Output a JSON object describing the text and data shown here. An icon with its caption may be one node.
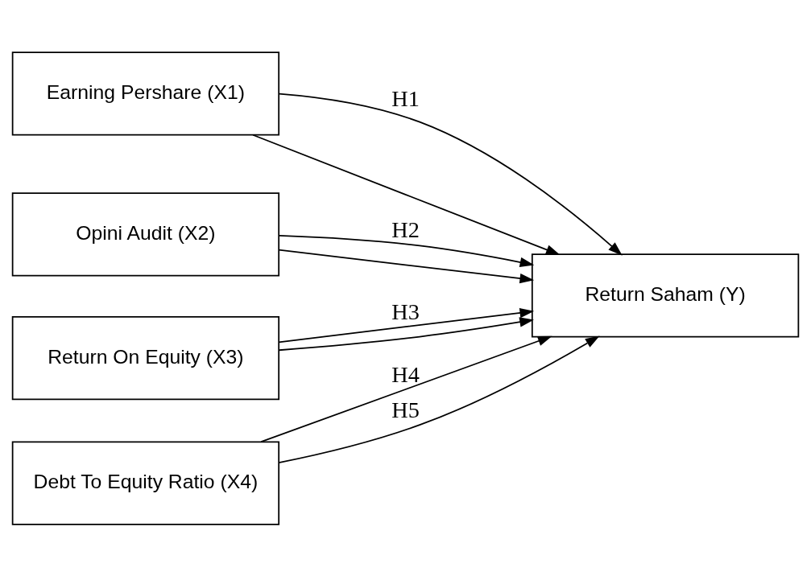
{
  "diagram": {
    "nodes": [
      {
        "text": [
          "Earning Pershare (X1)"
        ]
      },
      {
        "text": [
          "Opini Audit (X2)"
        ]
      },
      {
        "text": [
          "Return On Equity (X3)"
        ]
      },
      {
        "text": [
          "Debt To Equity Ratio (X4)"
        ]
      },
      {
        "text": [
          "Return Saham (Y)"
        ]
      }
    ],
    "edges": [
      {
        "from": 0,
        "to": 4,
        "arrow": "to",
        "label": "H1"
      },
      {
        "from": 1,
        "to": 4,
        "arrow": "to",
        "label": "H2"
      },
      {
        "from": 2,
        "to": 4,
        "arrow": "to",
        "label": "H3"
      },
      {
        "from": 3,
        "to": 4,
        "arrow": "to",
        "label": "H4"
      },
      {
        "from": 0,
        "to": 4,
        "arrow": "to"
      },
      {
        "from": 1,
        "to": 4,
        "arrow": "to"
      },
      {
        "from": 2,
        "to": 4,
        "arrow": "to"
      },
      {
        "from": 3,
        "to": 4,
        "arrow": "to",
        "label": "H5"
      }
    ]
  }
}
